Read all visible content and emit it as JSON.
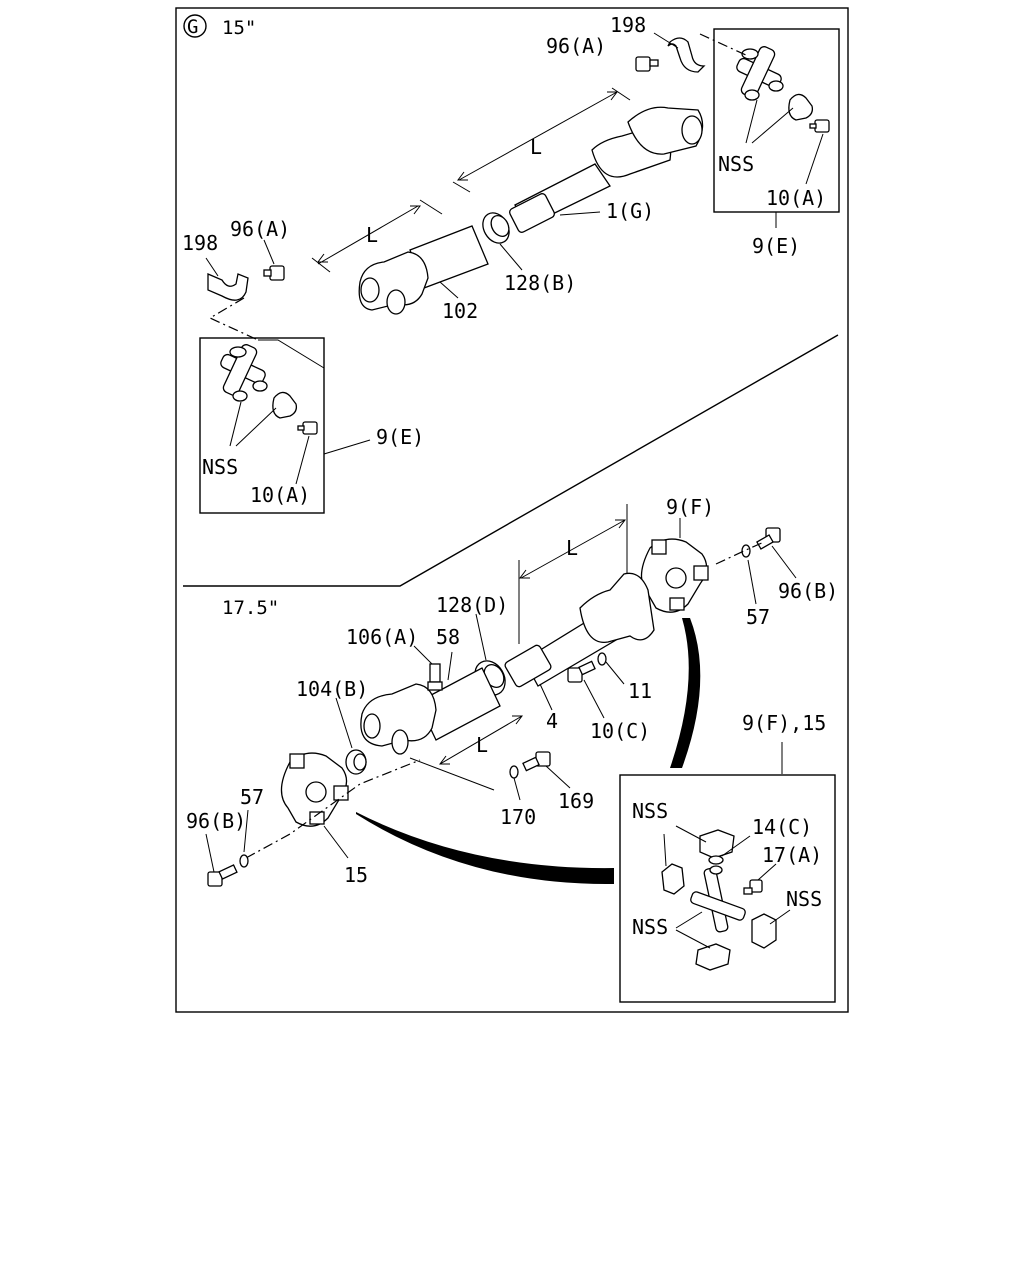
{
  "header": {
    "section_mark": "G",
    "size_15": "15\"",
    "size_175": "17.5\""
  },
  "labels": {
    "p198_top": "198",
    "p96a_top": "96(A)",
    "nss_top_right": "NSS",
    "p10a_top_right": "10(A)",
    "p9e_top_right": "9(E)",
    "L_upper": "L",
    "p1g": "1(G)",
    "p198_left": "198",
    "p96a_left": "96(A)",
    "L_left": "L",
    "p128b": "128(B)",
    "p102": "102",
    "nss_left": "NSS",
    "p10a_left": "10(A)",
    "p9e_left": "9(E)",
    "p9f": "9(F)",
    "L_lower": "L",
    "p96b_right": "96(B)",
    "p57_right": "57",
    "p128d": "128(D)",
    "p106a": "106(A)",
    "p58": "58",
    "p104b": "104(B)",
    "p11": "11",
    "p4": "4",
    "p10c": "10(C)",
    "L_bottom": "L",
    "p9f15": "9(F),15",
    "p170": "170",
    "p169": "169",
    "p57_left": "57",
    "p96b_left": "96(B)",
    "p15": "15",
    "nss_detail_top": "NSS",
    "p14c": "14(C)",
    "p17a": "17(A)",
    "nss_detail_right": "NSS",
    "nss_detail_left": "NSS"
  }
}
